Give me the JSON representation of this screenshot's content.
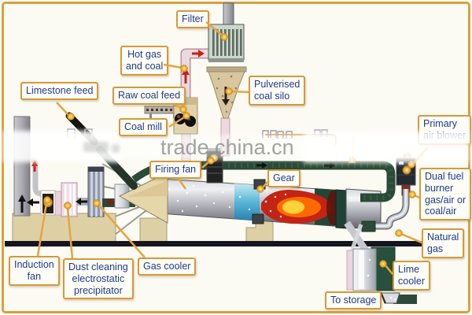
{
  "watermark": {
    "text": "trade.china.cn",
    "color": "#8f8f8f"
  },
  "labels": {
    "filter": "Filter",
    "hot_gas": "Hot gas\nand coal",
    "limestone_feed": "Limestone feed",
    "raw_coal_feed": "Raw coal feed",
    "coal_mill": "Coal mill",
    "pulverised_coal_silo": "Pulverised\ncoal silo",
    "primary_air_blower": "Primary\nair blower",
    "firing_fan": "Firing fan",
    "gear": "Gear",
    "dual_fuel_burner": "Dual fuel\nburner\ngas/air or\ncoal/air",
    "natural_gas": "Natural\ngas",
    "lime_cooler": "Lime\ncooler",
    "to_storage": "To storage",
    "induction_fan": "Induction\nfan",
    "dust_cleaning": "Dust cleaning\nelectrostatic\nprecipitator",
    "gas_cooler": "Gas cooler"
  },
  "style": {
    "frame_border": "#d9a13d",
    "label_bg": "#fffdf6",
    "label_border": "#d6993a",
    "label_text": "#1d3c8f",
    "leader": "#e8a43e",
    "duct_green": "#2b4a37",
    "flame_red": "#c32414",
    "flame_orange": "#ff6a00",
    "flame_yellow": "#ffd23c",
    "ground": "#15151f"
  }
}
